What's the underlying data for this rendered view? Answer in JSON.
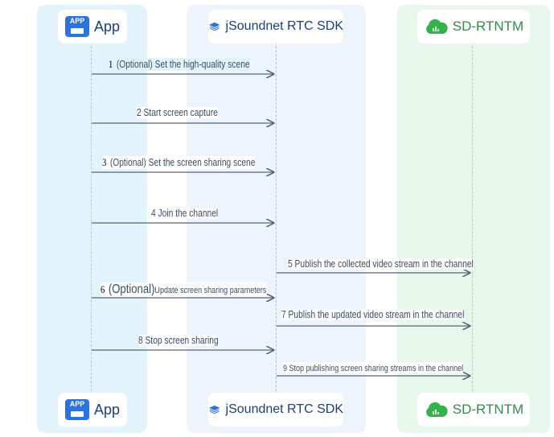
{
  "participants": {
    "app": "App",
    "sdk": "jSoundnet RTC SDK",
    "rt": "SD-RTNTM"
  },
  "icons": {
    "app_badge": "APP",
    "app": "app-tablet-icon",
    "sdk": "layers-stack-icon",
    "rt": "cloud-icon"
  },
  "colors": {
    "app_lane": "#e3f3fb",
    "sdk_lane": "#edf4fc",
    "rt_lane": "#e8f7ec",
    "participant_text": "#1c3f7a",
    "rt_text": "#2f8d47",
    "arrow": "#556677"
  },
  "messages": [
    {
      "num": "1",
      "prefix": "",
      "text": "(Optional) Set the high-quality scene"
    },
    {
      "num": "",
      "prefix": "",
      "text": "2 Start screen capture"
    },
    {
      "num": "3",
      "prefix": "",
      "text": "(Optional) Set the screen sharing scene"
    },
    {
      "num": "",
      "prefix": "",
      "text": "4 Join the channel"
    },
    {
      "num": "",
      "prefix": "",
      "text": "5 Publish the collected video stream in the channel"
    },
    {
      "num": "6",
      "prefix": "(Optional)",
      "text": "Update screen sharing parameters"
    },
    {
      "num": "",
      "prefix": "",
      "text": "7 Publish the updated video stream in the channel"
    },
    {
      "num": "",
      "prefix": "",
      "text": "8 Stop screen sharing"
    },
    {
      "num": "",
      "prefix": "",
      "text": "9 Stop publishing screen sharing streams in the channel"
    }
  ]
}
